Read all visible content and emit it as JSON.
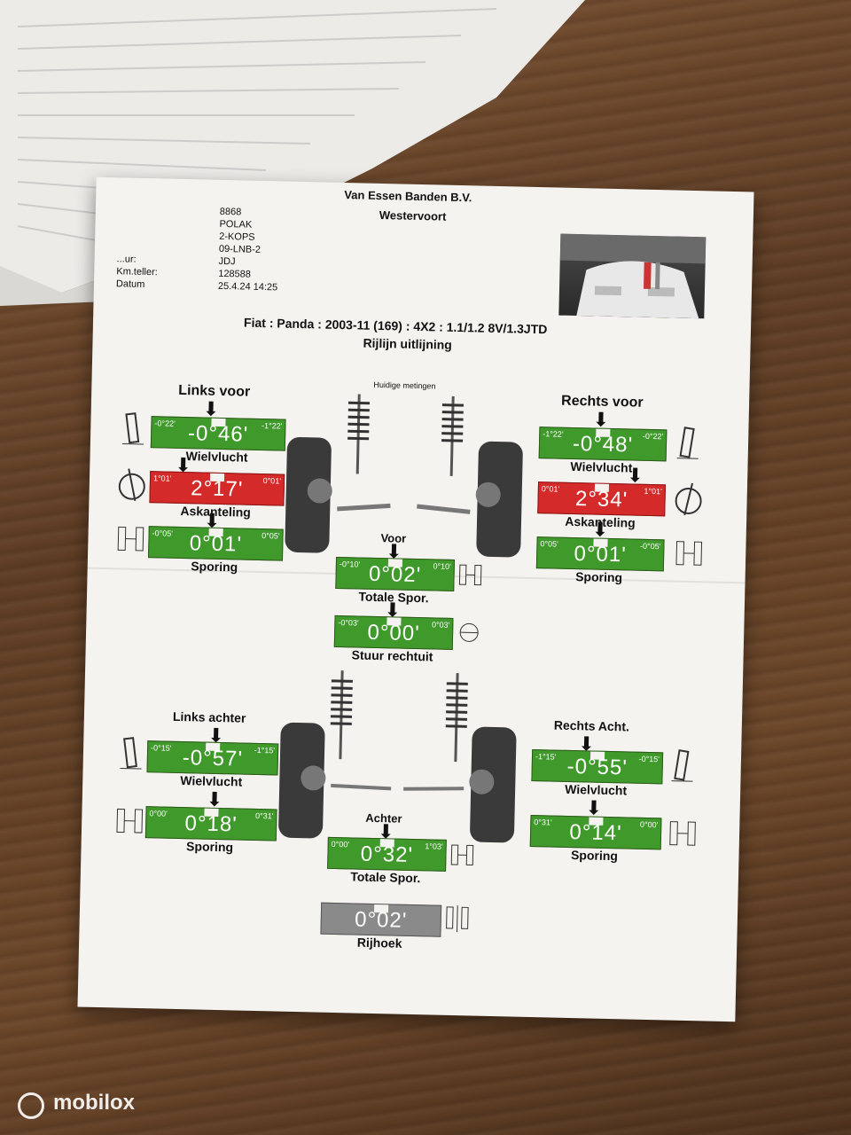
{
  "header": {
    "company": "Van Essen Banden B.V.",
    "city": "Westervoort",
    "info_rows": [
      {
        "label": "",
        "value": "8868"
      },
      {
        "label": "",
        "value": "POLAK"
      },
      {
        "label": "",
        "value": "2-KOPS"
      },
      {
        "label": "",
        "value": "09-LNB-2"
      },
      {
        "label": "...ur:",
        "value": "JDJ"
      },
      {
        "label": "Km.teller:",
        "value": "128588"
      },
      {
        "label": "Datum",
        "value": "25.4.24 14:25"
      }
    ]
  },
  "vehicle": {
    "model": "Fiat : Panda : 2003-11 (169) : 4X2 : 1.1/1.2 8V/1.3JTD",
    "procedure": "Rijlijn uitlijning"
  },
  "section_front": "Huidige metingen",
  "front_left": {
    "title": "Links voor",
    "camber": {
      "value": "-0°46'",
      "min": "-0°22'",
      "max": "-1°22'",
      "label": "Wielvlucht"
    },
    "caster": {
      "value": "2°17'",
      "min": "1°01'",
      "max": "0°01'",
      "label": "Askanteling"
    },
    "toe": {
      "value": "0°01'",
      "min": "-0°05'",
      "max": "0°05'",
      "label": "Sporing"
    }
  },
  "front_right": {
    "title": "Rechts voor",
    "camber": {
      "value": "-0°48'",
      "min": "-1°22'",
      "max": "-0°22'",
      "label": "Wielvlucht"
    },
    "caster": {
      "value": "2°34'",
      "min": "0°01'",
      "max": "1°01'",
      "label": "Askanteling"
    },
    "toe": {
      "value": "0°01'",
      "min": "0°05'",
      "max": "-0°05'",
      "label": "Sporing"
    }
  },
  "front_total": {
    "title": "Voor",
    "total_toe": {
      "value": "0°02'",
      "min": "-0°10'",
      "max": "0°10'",
      "label": "Totale Spor."
    },
    "steer": {
      "value": "0°00'",
      "min": "-0°03'",
      "max": "0°03'",
      "label": "Stuur rechtuit"
    }
  },
  "rear_left": {
    "title": "Links achter",
    "camber": {
      "value": "-0°57'",
      "min": "-0°15'",
      "max": "-1°15'",
      "label": "Wielvlucht"
    },
    "toe": {
      "value": "0°18'",
      "min": "0°00'",
      "max": "0°31'",
      "label": "Sporing"
    }
  },
  "rear_right": {
    "title": "Rechts Acht.",
    "camber": {
      "value": "-0°55'",
      "min": "-1°15'",
      "max": "-0°15'",
      "label": "Wielvlucht"
    },
    "toe": {
      "value": "0°14'",
      "min": "0°31'",
      "max": "0°00'",
      "label": "Sporing"
    }
  },
  "rear_total": {
    "title": "Achter",
    "total_toe": {
      "value": "0°32'",
      "min": "0°00'",
      "max": "1°03'",
      "label": "Totale Spor."
    },
    "thrust": {
      "value": "0°02'",
      "label": "Rijhoek"
    }
  },
  "watermark": "mobilox",
  "colors": {
    "in_range": "#3f9a2b",
    "out_of_range": "#d42a2a",
    "neutral": "#8a8a8a"
  }
}
